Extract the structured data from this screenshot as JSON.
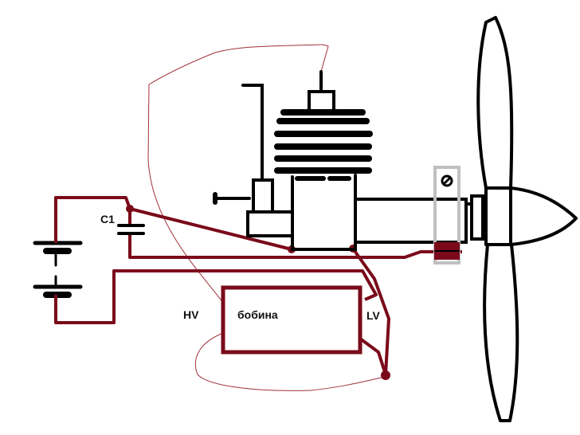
{
  "labels": {
    "capacitor": "C1",
    "coil": "бобина",
    "high_voltage": "HV",
    "low_voltage": "LV"
  },
  "colors": {
    "wire": "#7a0a1a",
    "hv_wire": "#a0303a",
    "outline": "#000000",
    "sensor_frame": "#c0c0c0"
  },
  "components": [
    "battery",
    "capacitor",
    "ignition-coil",
    "engine",
    "carburetor",
    "glow-plug",
    "crankshaft-housing",
    "contact-breaker",
    "spinner",
    "propeller"
  ]
}
